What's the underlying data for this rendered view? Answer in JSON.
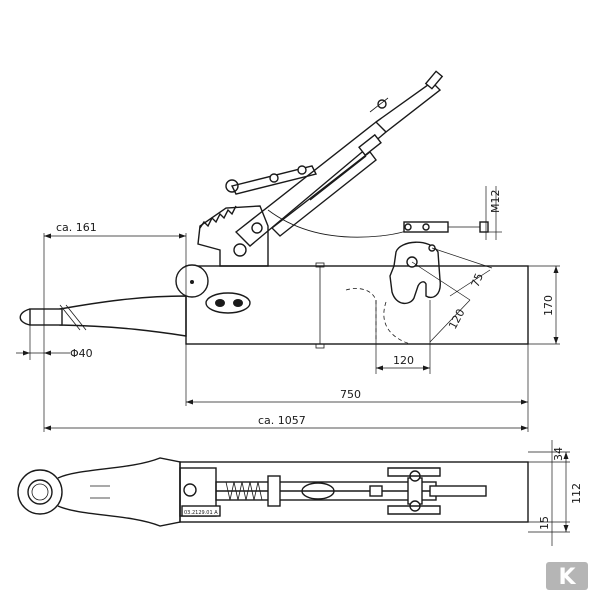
{
  "dimensions": {
    "ca161": "ca. 161",
    "m12": "M12",
    "d170": "170",
    "d75": "75",
    "d120_diag": "120",
    "d120_horiz": "120",
    "dia40": "Φ40",
    "d750": "750",
    "ca1057": "ca. 1057",
    "d34": "34",
    "d112": "112",
    "d15": "15"
  },
  "plate_label": "03.2129.01 A",
  "brand": {
    "logo": "K",
    "color": "#b5b5b5"
  }
}
